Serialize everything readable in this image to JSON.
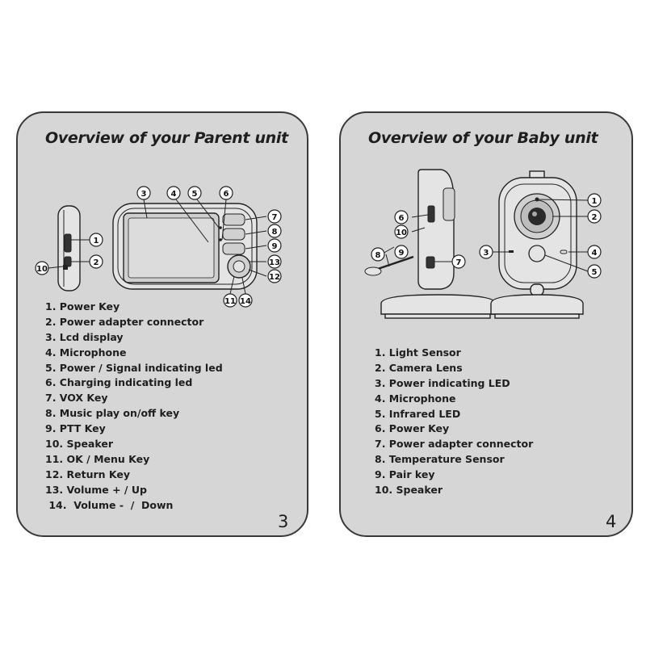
{
  "parent": {
    "title": "Overview of your Parent unit",
    "callouts": [
      "1",
      "2",
      "3",
      "4",
      "5",
      "6",
      "7",
      "8",
      "9",
      "10",
      "11",
      "12",
      "13",
      "14"
    ],
    "items": [
      "1.  Power Key",
      "2.  Power  adapter  connector",
      "3.  Lcd display",
      "4.  Microphone",
      "5.  Power  /  Signal indicating led",
      "6.  Charging   indicating led",
      "7.  VOX Key",
      "8.  Music play on/off key",
      "9.   PTT Key",
      "10.  Speaker",
      "11.   OK  /  Menu Key",
      "12.   Return Key",
      "13.   Volume  +  /  Up",
      " 14.  Volume -  /  Down"
    ],
    "page_number": "3"
  },
  "baby": {
    "title": "Overview of your Baby unit",
    "callouts": [
      "1",
      "2",
      "3",
      "4",
      "5",
      "6",
      "7",
      "8",
      "9",
      "10"
    ],
    "items": [
      "1. Light Sensor",
      "2. Camera Lens",
      "3. Power indicating LED",
      "4. Microphone",
      "5. Infrared LED",
      "6. Power  Key",
      "7. Power adapter connector",
      "8. Temperature Sensor",
      "9.  Pair key",
      "10.  Speaker"
    ],
    "page_number": "4"
  }
}
